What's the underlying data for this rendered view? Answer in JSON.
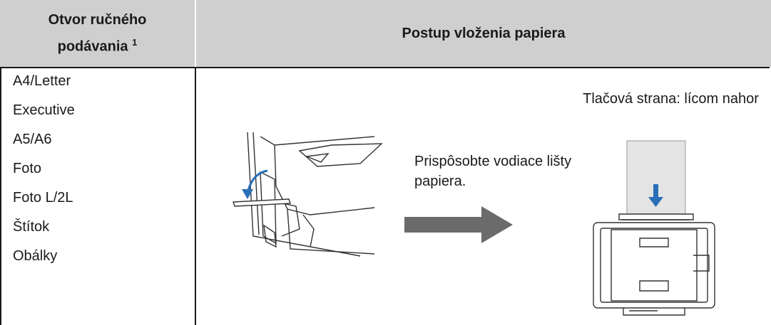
{
  "header": {
    "col1_line1": "Otvor ručného",
    "col1_line2": "podávania",
    "col1_footnote": "1",
    "col2": "Postup vloženia papiera"
  },
  "paper_sizes": [
    "A4/Letter",
    "Executive",
    "A5/A6",
    "Foto",
    "Foto L/2L",
    "Štítok",
    "Obálky"
  ],
  "instruction": "Prispôsobte vodiace lišty papiera.",
  "print_side": "Tlačová strana: lícom nahor",
  "colors": {
    "header_bg": "#cfcfcf",
    "arrow": "#6b6b6b",
    "accent_arrow": "#2a6fb8"
  }
}
